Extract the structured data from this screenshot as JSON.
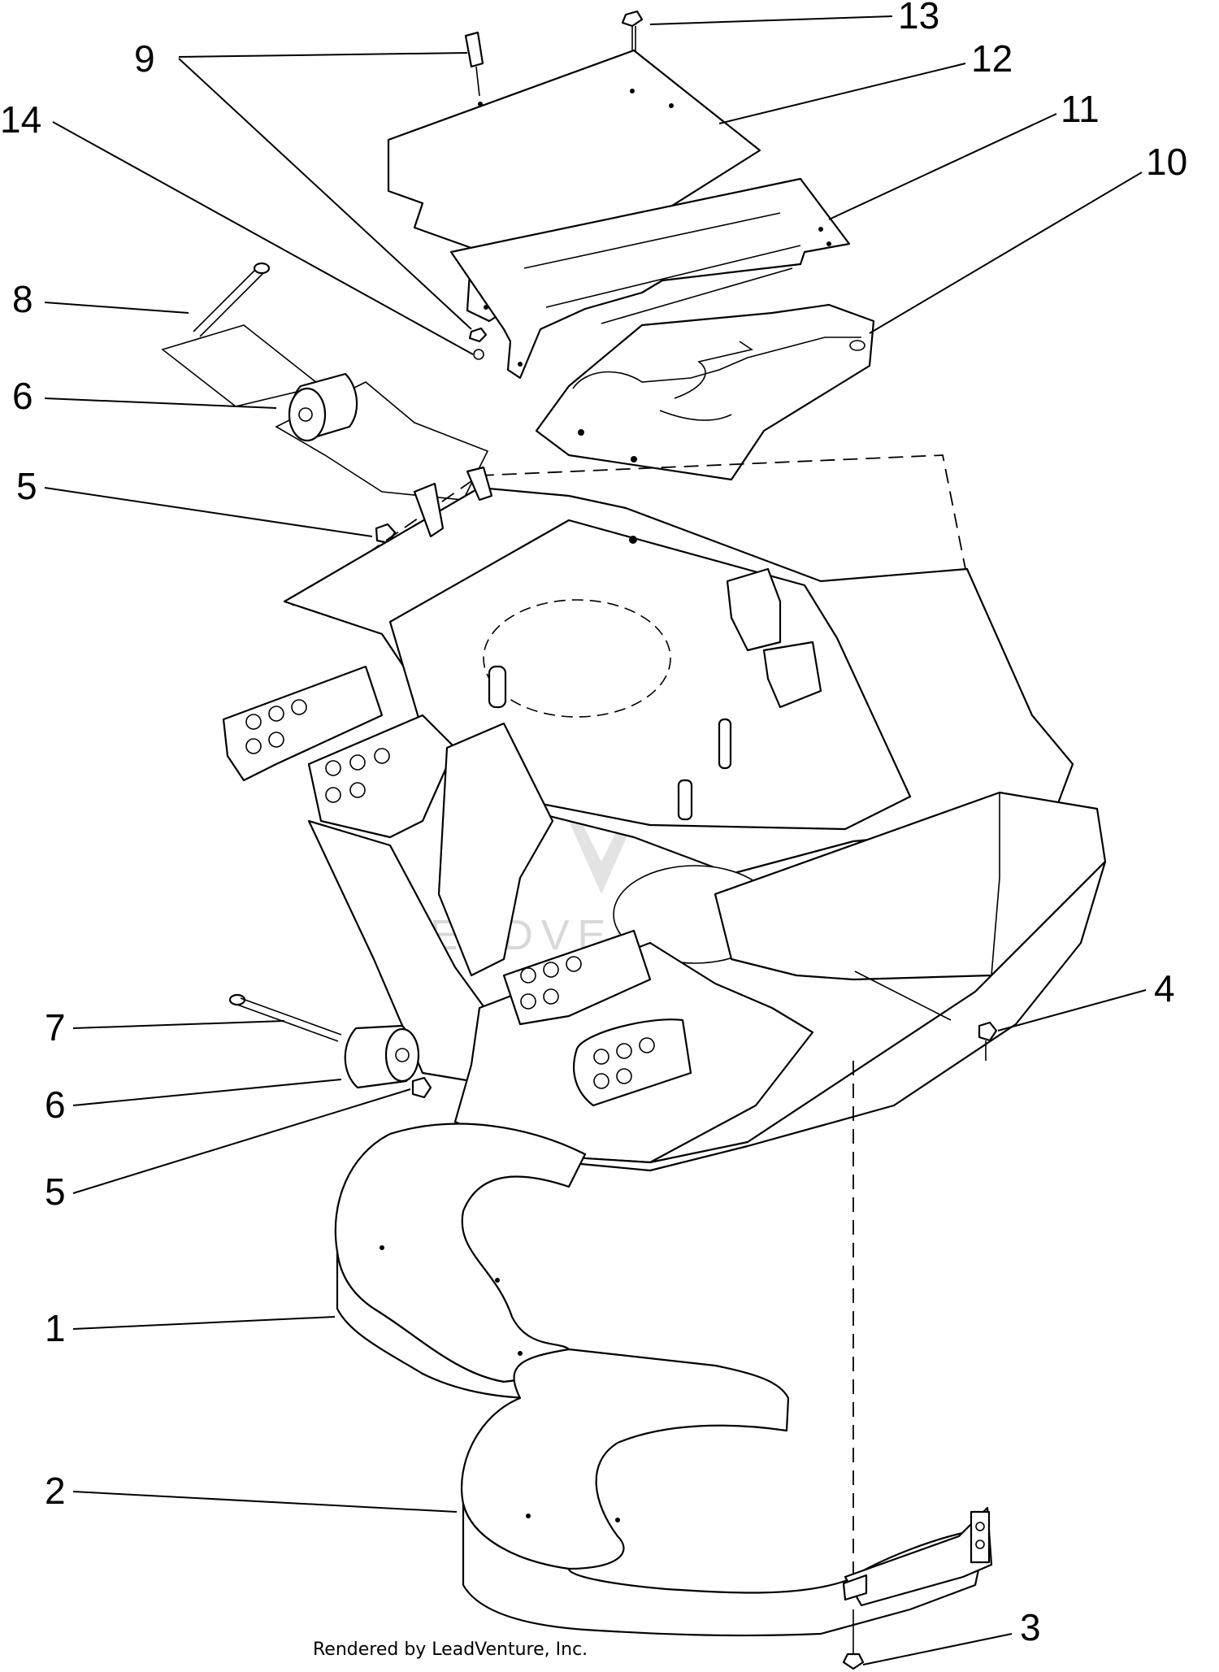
{
  "callouts": [
    {
      "label": "1"
    },
    {
      "label": "2"
    },
    {
      "label": "3"
    },
    {
      "label": "4"
    },
    {
      "label": "5"
    },
    {
      "label": "5"
    },
    {
      "label": "6"
    },
    {
      "label": "6"
    },
    {
      "label": "7"
    },
    {
      "label": "8"
    },
    {
      "label": "9"
    },
    {
      "label": "10"
    },
    {
      "label": "11"
    },
    {
      "label": "12"
    },
    {
      "label": "13"
    },
    {
      "label": "14"
    }
  ],
  "footer_text": "Rendered by LeadVenture, Inc.",
  "watermark_text": "LEADVENTURE"
}
